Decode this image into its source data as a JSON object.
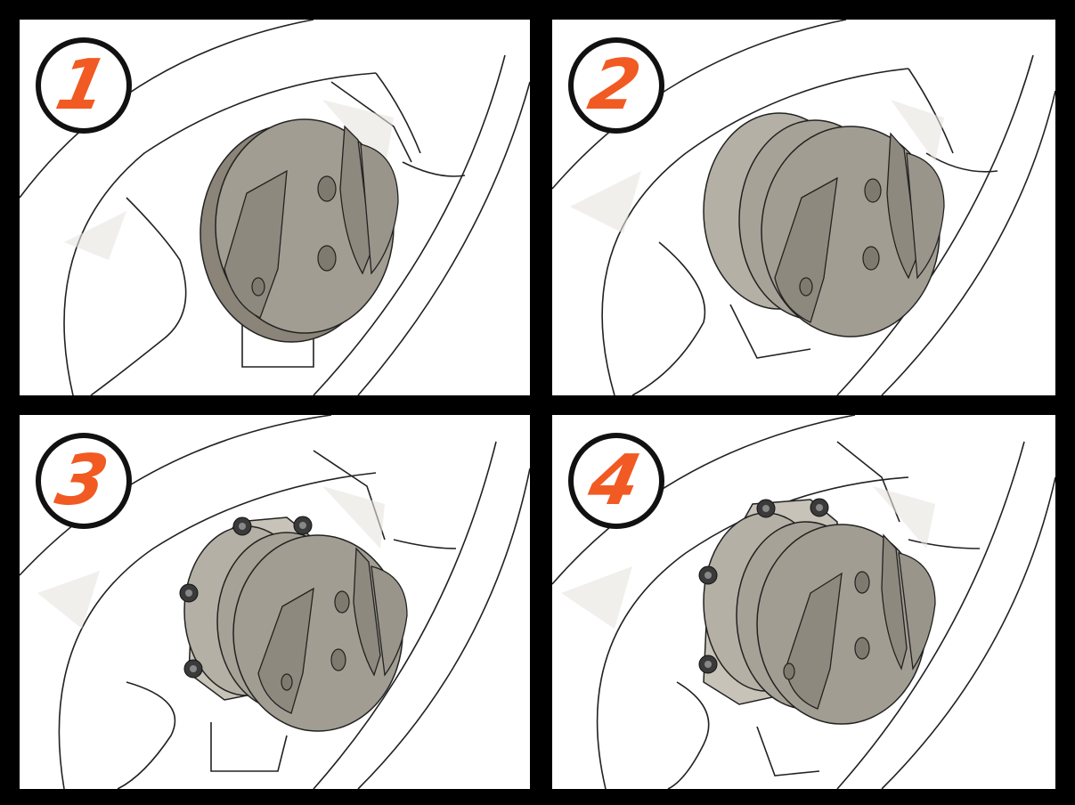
{
  "panels": [
    {
      "step": "1"
    },
    {
      "step": "2"
    },
    {
      "step": "3"
    },
    {
      "step": "4"
    }
  ],
  "colors": {
    "frame": "#000000",
    "badge_text": "#f15a22",
    "badge_ring": "#111111",
    "metal": "#9c978d",
    "sketch_line": "#222222"
  }
}
